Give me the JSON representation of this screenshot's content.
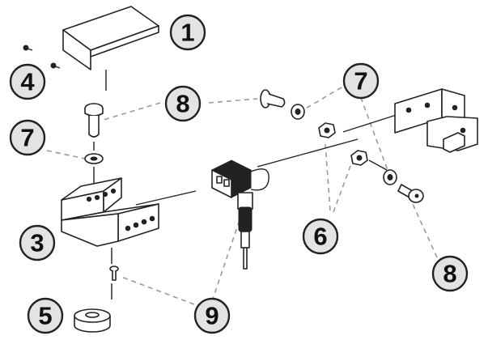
{
  "callouts": [
    {
      "id": "c1",
      "label": "1"
    },
    {
      "id": "c4",
      "label": "4"
    },
    {
      "id": "c8a",
      "label": "8"
    },
    {
      "id": "c7a",
      "label": "7"
    },
    {
      "id": "c7b",
      "label": "7"
    },
    {
      "id": "c3",
      "label": "3"
    },
    {
      "id": "c6",
      "label": "6"
    },
    {
      "id": "c8b",
      "label": "8"
    },
    {
      "id": "c5",
      "label": "5"
    },
    {
      "id": "c9",
      "label": "9"
    }
  ],
  "colors": {
    "badge_fill": "#e3e3e3",
    "outline": "#222222",
    "leader": "#9a9a9a"
  }
}
